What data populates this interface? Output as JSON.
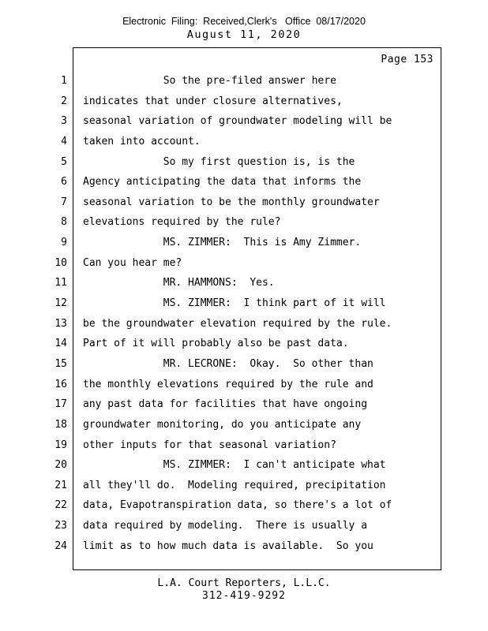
{
  "header": {
    "filing_line": "Electronic  Filing:  Received,Clerk's   Office  08/17/2020",
    "date_line": "August 11, 2020"
  },
  "page": {
    "page_label": "Page 153",
    "lines": [
      {
        "num": "1",
        "text": "             So the pre-filed answer here"
      },
      {
        "num": "2",
        "text": "indicates that under closure alternatives,"
      },
      {
        "num": "3",
        "text": "seasonal variation of groundwater modeling will be"
      },
      {
        "num": "4",
        "text": "taken into account."
      },
      {
        "num": "5",
        "text": "             So my first question is, is the"
      },
      {
        "num": "6",
        "text": "Agency anticipating the data that informs the"
      },
      {
        "num": "7",
        "text": "seasonal variation to be the monthly groundwater"
      },
      {
        "num": "8",
        "text": "elevations required by the rule?"
      },
      {
        "num": "9",
        "text": "             MS. ZIMMER:  This is Amy Zimmer."
      },
      {
        "num": "10",
        "text": "Can you hear me?"
      },
      {
        "num": "11",
        "text": "             MR. HAMMONS:  Yes."
      },
      {
        "num": "12",
        "text": "             MS. ZIMMER:  I think part of it will"
      },
      {
        "num": "13",
        "text": "be the groundwater elevation required by the rule."
      },
      {
        "num": "14",
        "text": "Part of it will probably also be past data."
      },
      {
        "num": "15",
        "text": "             MR. LECRONE:  Okay.  So other than"
      },
      {
        "num": "16",
        "text": "the monthly elevations required by the rule and"
      },
      {
        "num": "17",
        "text": "any past data for facilities that have ongoing"
      },
      {
        "num": "18",
        "text": "groundwater monitoring, do you anticipate any"
      },
      {
        "num": "19",
        "text": "other inputs for that seasonal variation?"
      },
      {
        "num": "20",
        "text": "             MS. ZIMMER:  I can't anticipate what"
      },
      {
        "num": "21",
        "text": "all they'll do.  Modeling required, precipitation"
      },
      {
        "num": "22",
        "text": "data, Evapotranspiration data, so there's a lot of"
      },
      {
        "num": "23",
        "text": "data required by modeling.  There is usually a"
      },
      {
        "num": "24",
        "text": "limit as to how much data is available.  So you"
      }
    ]
  },
  "footer": {
    "company": "L.A. Court Reporters, L.L.C.",
    "phone": "312-419-9292"
  }
}
